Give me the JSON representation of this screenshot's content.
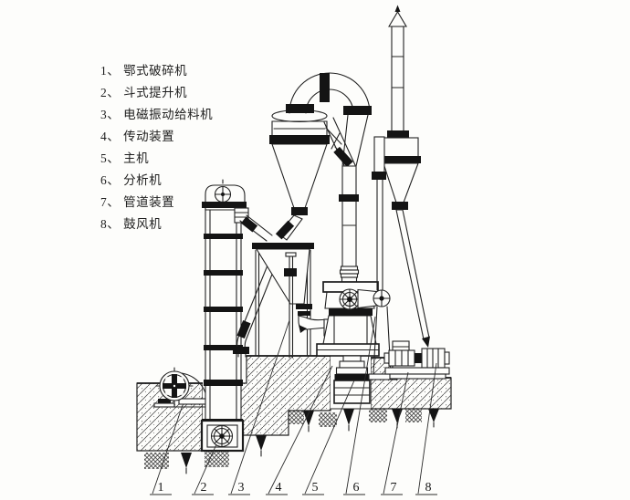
{
  "figure": {
    "kind": "scanned technical line diagram",
    "subject": "Raymond grinding mill system installation drawing with numbered part callouts",
    "colors": {
      "ink": "#1c1c1c",
      "paper": "#fdfdfb"
    }
  },
  "legend": {
    "items": [
      {
        "num": "1",
        "name": "鄂式破碎机",
        "display": "1、 鄂式破碎机"
      },
      {
        "num": "2",
        "name": "斗式提升机",
        "display": "2、 斗式提升机"
      },
      {
        "num": "3",
        "name": "电磁振动给料机",
        "display": "3、 电磁振动给料机"
      },
      {
        "num": "4",
        "name": "传动装置",
        "display": "4、 传动装置"
      },
      {
        "num": "5",
        "name": "主机",
        "display": "5、 主机"
      },
      {
        "num": "6",
        "name": "分析机",
        "display": "6、 分析机"
      },
      {
        "num": "7",
        "name": "管道装置",
        "display": "7、 管道装置"
      },
      {
        "num": "8",
        "name": "鼓风机",
        "display": "8、 鼓风机"
      }
    ]
  },
  "callouts": {
    "labels": [
      "1",
      "2",
      "3",
      "4",
      "5",
      "6",
      "7",
      "8"
    ]
  }
}
